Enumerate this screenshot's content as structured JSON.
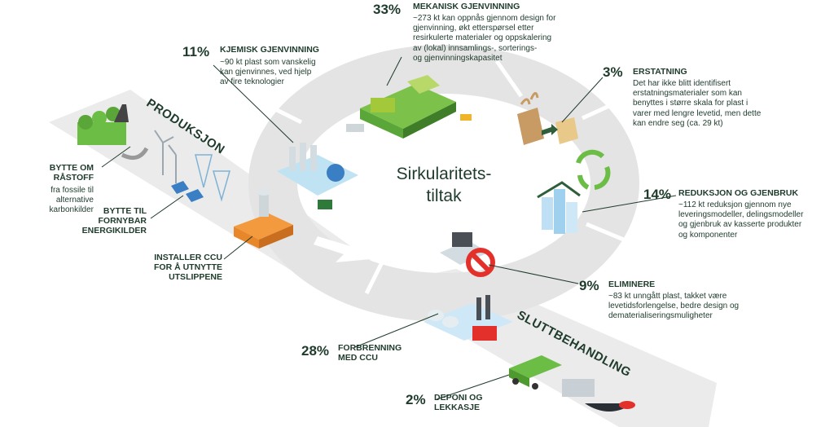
{
  "center": {
    "line1": "Sirkularitets-",
    "line2": "tiltak"
  },
  "bands": {
    "produksjon": "PRODUKSJON",
    "sluttbehandling": "SLUTTBEHANDLING"
  },
  "measures": {
    "mekanisk": {
      "percent": "33%",
      "title": "MEKANISK GJENVINNING",
      "desc_lines": [
        "~273 kt kan oppnås gjennom design for",
        "gjenvinning, økt etterspørsel etter",
        "resirkulerte materialer og oppskalering",
        "av (lokal) innsamlings-, sorterings-",
        "og gjenvinningskapasitet"
      ]
    },
    "kjemisk": {
      "percent": "11%",
      "title": "KJEMISK GJENVINNING",
      "desc_lines": [
        "~90 kt plast som vanskelig",
        "kan gjenvinnes, ved hjelp",
        "av fire teknologier"
      ]
    },
    "erstatning": {
      "percent": "3%",
      "title": "ERSTATNING",
      "desc_lines": [
        "Det har ikke blitt identifisert",
        "erstatningsmaterialer som kan",
        "benyttes i større skala for plast i",
        "varer med lengre levetid, men dette",
        "kan endre seg (ca. 29 kt)"
      ]
    },
    "reduksjon": {
      "percent": "14%",
      "title": "REDUKSJON OG GJENBRUK",
      "desc_lines": [
        "~112 kt reduksjon gjennom nye",
        "leveringsmodeller, delingsmodeller",
        "og gjenbruk av kasserte produkter",
        "og komponenter"
      ]
    },
    "eliminere": {
      "percent": "9%",
      "title": "ELIMINERE",
      "desc_lines": [
        "~83 kt unngått plast, takket være",
        "levetidsforlengelse, bedre design og",
        "dematerialiseringsmuligheter"
      ]
    },
    "forbrenning": {
      "percent": "28%",
      "title_lines": [
        "FORBRENNING",
        "MED CCU"
      ]
    },
    "deponi": {
      "percent": "2%",
      "title_lines": [
        "DEPONI OG",
        "LEKKASJE"
      ]
    }
  },
  "production": {
    "bytte_ravare": {
      "title_lines": [
        "BYTTE OM",
        "RÅSTOFF"
      ],
      "desc_lines": [
        "fra fossile til",
        "alternative",
        "karbonkilder"
      ]
    },
    "bytte_energi": {
      "title_lines": [
        "BYTTE TIL",
        "FORNYBAR",
        "ENERGIKILDER"
      ]
    },
    "ccu": {
      "title_lines": [
        "INSTALLER CCU",
        "FOR Å UTNYTTE",
        "UTSLIPPENE"
      ]
    }
  },
  "colors": {
    "ring": "#e3e4e3",
    "band": "#eaeaea",
    "text": "#1e3b2c",
    "green": "#6cbd45",
    "lime": "#a3c93a",
    "blue": "#a9d3ee",
    "orange": "#e8862a"
  }
}
